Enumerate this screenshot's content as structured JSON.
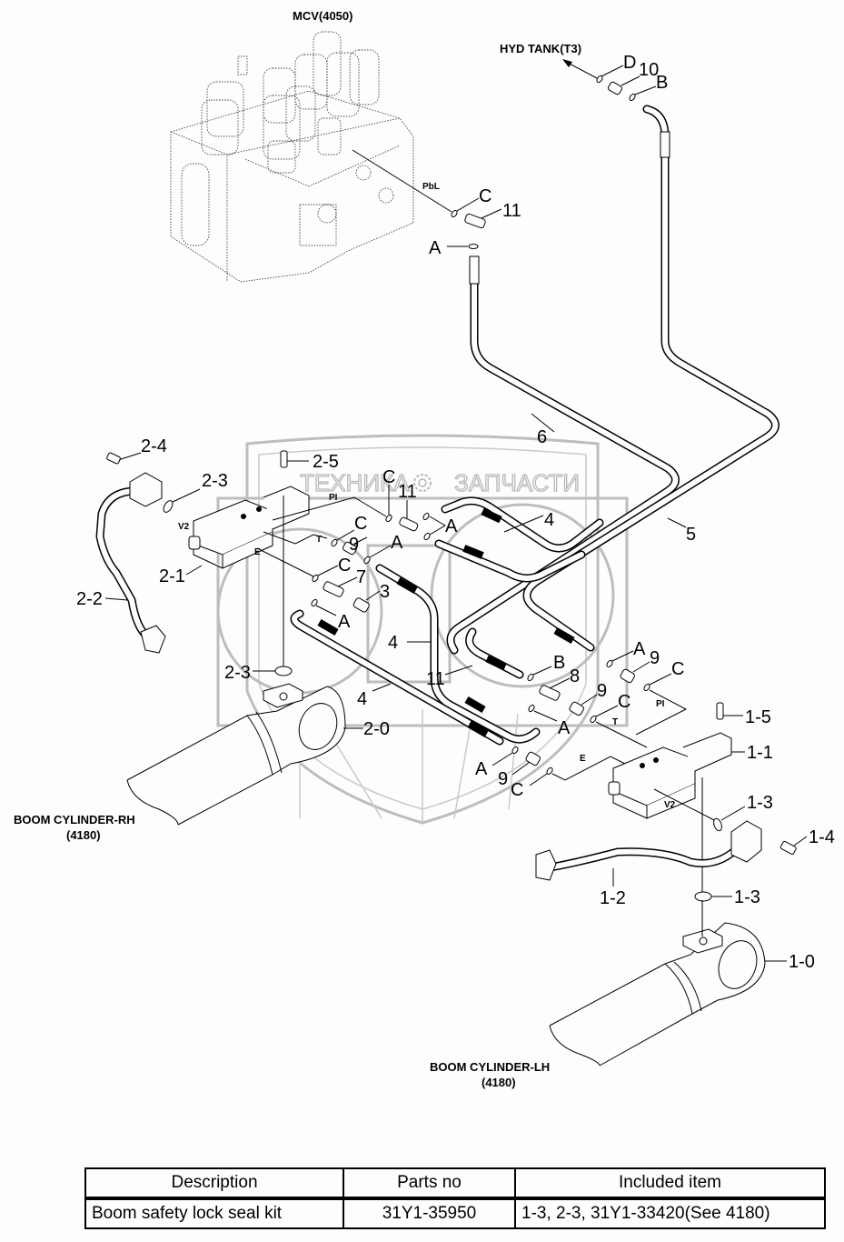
{
  "diagram": {
    "component_labels": {
      "mcv": "MCV(4050)",
      "hyd_tank": "HYD TANK(T3)",
      "boom_rh": "BOOM CYLINDER-RH",
      "boom_rh_ref": "(4180)",
      "boom_lh": "BOOM CYLINDER-LH",
      "boom_lh_ref": "(4180)"
    },
    "port_labels": {
      "pbl": "PbL",
      "pi_left": "PI",
      "t_left": "T",
      "e_left": "E",
      "v2_left": "V2",
      "pi_right": "PI",
      "t_right": "T",
      "e_right": "E",
      "v2_right": "V2"
    },
    "callouts": {
      "d": "D",
      "p10": "10",
      "b_top": "B",
      "c_mcv": "C",
      "p11_mcv": "11",
      "a_mcv": "A",
      "p6": "6",
      "p5": "5",
      "p2_4": "2-4",
      "p2_5": "2-5",
      "p2_3_top": "2-3",
      "p2_1": "2-1",
      "p2_2": "2-2",
      "c_1": "C",
      "p11_mid": "11",
      "a_1": "A",
      "p4_top": "4",
      "c_2": "C",
      "p9_1": "9",
      "a_2": "A",
      "c_3": "C",
      "p7": "7",
      "p3": "3",
      "a_3": "A",
      "p4_mid": "4",
      "p2_3_bottom": "2-3",
      "p4_bottom": "4",
      "p2_0": "2-0",
      "p11_low": "11",
      "b_low": "B",
      "p8": "8",
      "a_4": "A",
      "a_5": "A",
      "p9_2": "9",
      "c_4": "C",
      "p9_3": "9",
      "c_5": "C",
      "a_6": "A",
      "p9_4": "9",
      "c_6": "C",
      "p1_5": "1-5",
      "p1_1": "1-1",
      "p1_3_top": "1-3",
      "p1_4": "1-4",
      "p1_2": "1-2",
      "p1_3_bottom": "1-3",
      "p1_0": "1-0"
    },
    "watermark": {
      "left": "ТЕХНИКА",
      "right": "ЗАПЧАСТИ",
      "icon": "gear-icon"
    }
  },
  "kit_table": {
    "headers": [
      "Description",
      "Parts no",
      "Included item"
    ],
    "rows": [
      [
        "Boom safety lock seal kit",
        "31Y1-35950",
        "1-3, 2-3, 31Y1-33420(See 4180)"
      ]
    ]
  }
}
